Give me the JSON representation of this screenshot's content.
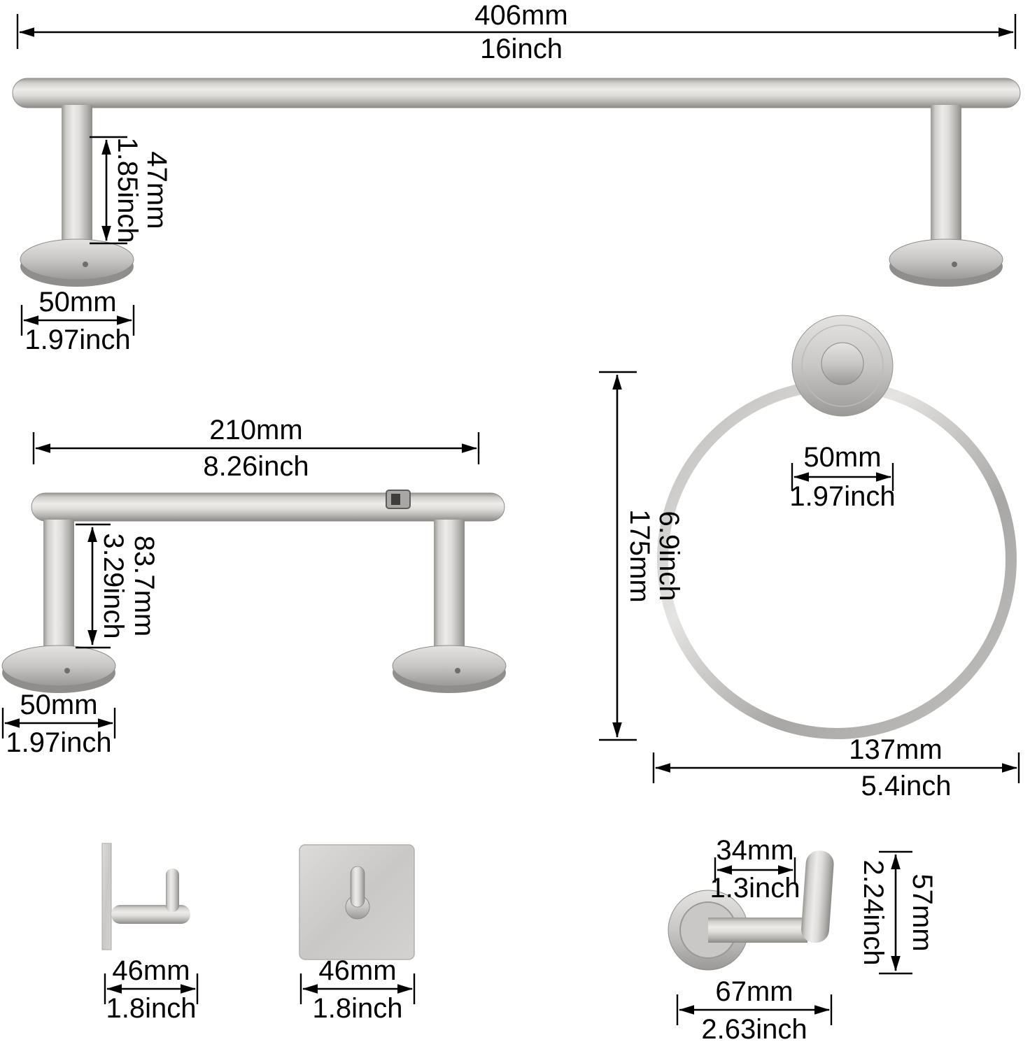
{
  "figure": {
    "background": "#ffffff",
    "line_color": "#000000",
    "metal_color": "#c9c8c6"
  },
  "towel_bar": {
    "length_mm": "406mm",
    "length_in": "16inch",
    "post_height_mm": "47mm",
    "post_height_in": "1.85inch",
    "base_diameter_mm": "50mm",
    "base_diameter_in": "1.97inch"
  },
  "paper_holder": {
    "length_mm": "210mm",
    "length_in": "8.26inch",
    "height_mm": "83.7mm",
    "height_in": "3.29inch",
    "base_diameter_mm": "50mm",
    "base_diameter_in": "1.97inch"
  },
  "towel_ring": {
    "height_mm": "175mm",
    "height_in": "6.9inch",
    "mount_diameter_mm": "50mm",
    "mount_diameter_in": "1.97inch",
    "width_mm": "137mm",
    "width_in": "5.4inch"
  },
  "wall_hook": {
    "width_mm": "46mm",
    "width_in": "1.8inch"
  },
  "adhesive_hook": {
    "width_mm": "46mm",
    "width_in": "1.8inch"
  },
  "robe_hook": {
    "reach_mm": "34mm",
    "reach_in": "1.3inch",
    "height_mm": "57mm",
    "height_in": "2.24inch",
    "width_mm": "67mm",
    "width_in": "2.63inch"
  }
}
